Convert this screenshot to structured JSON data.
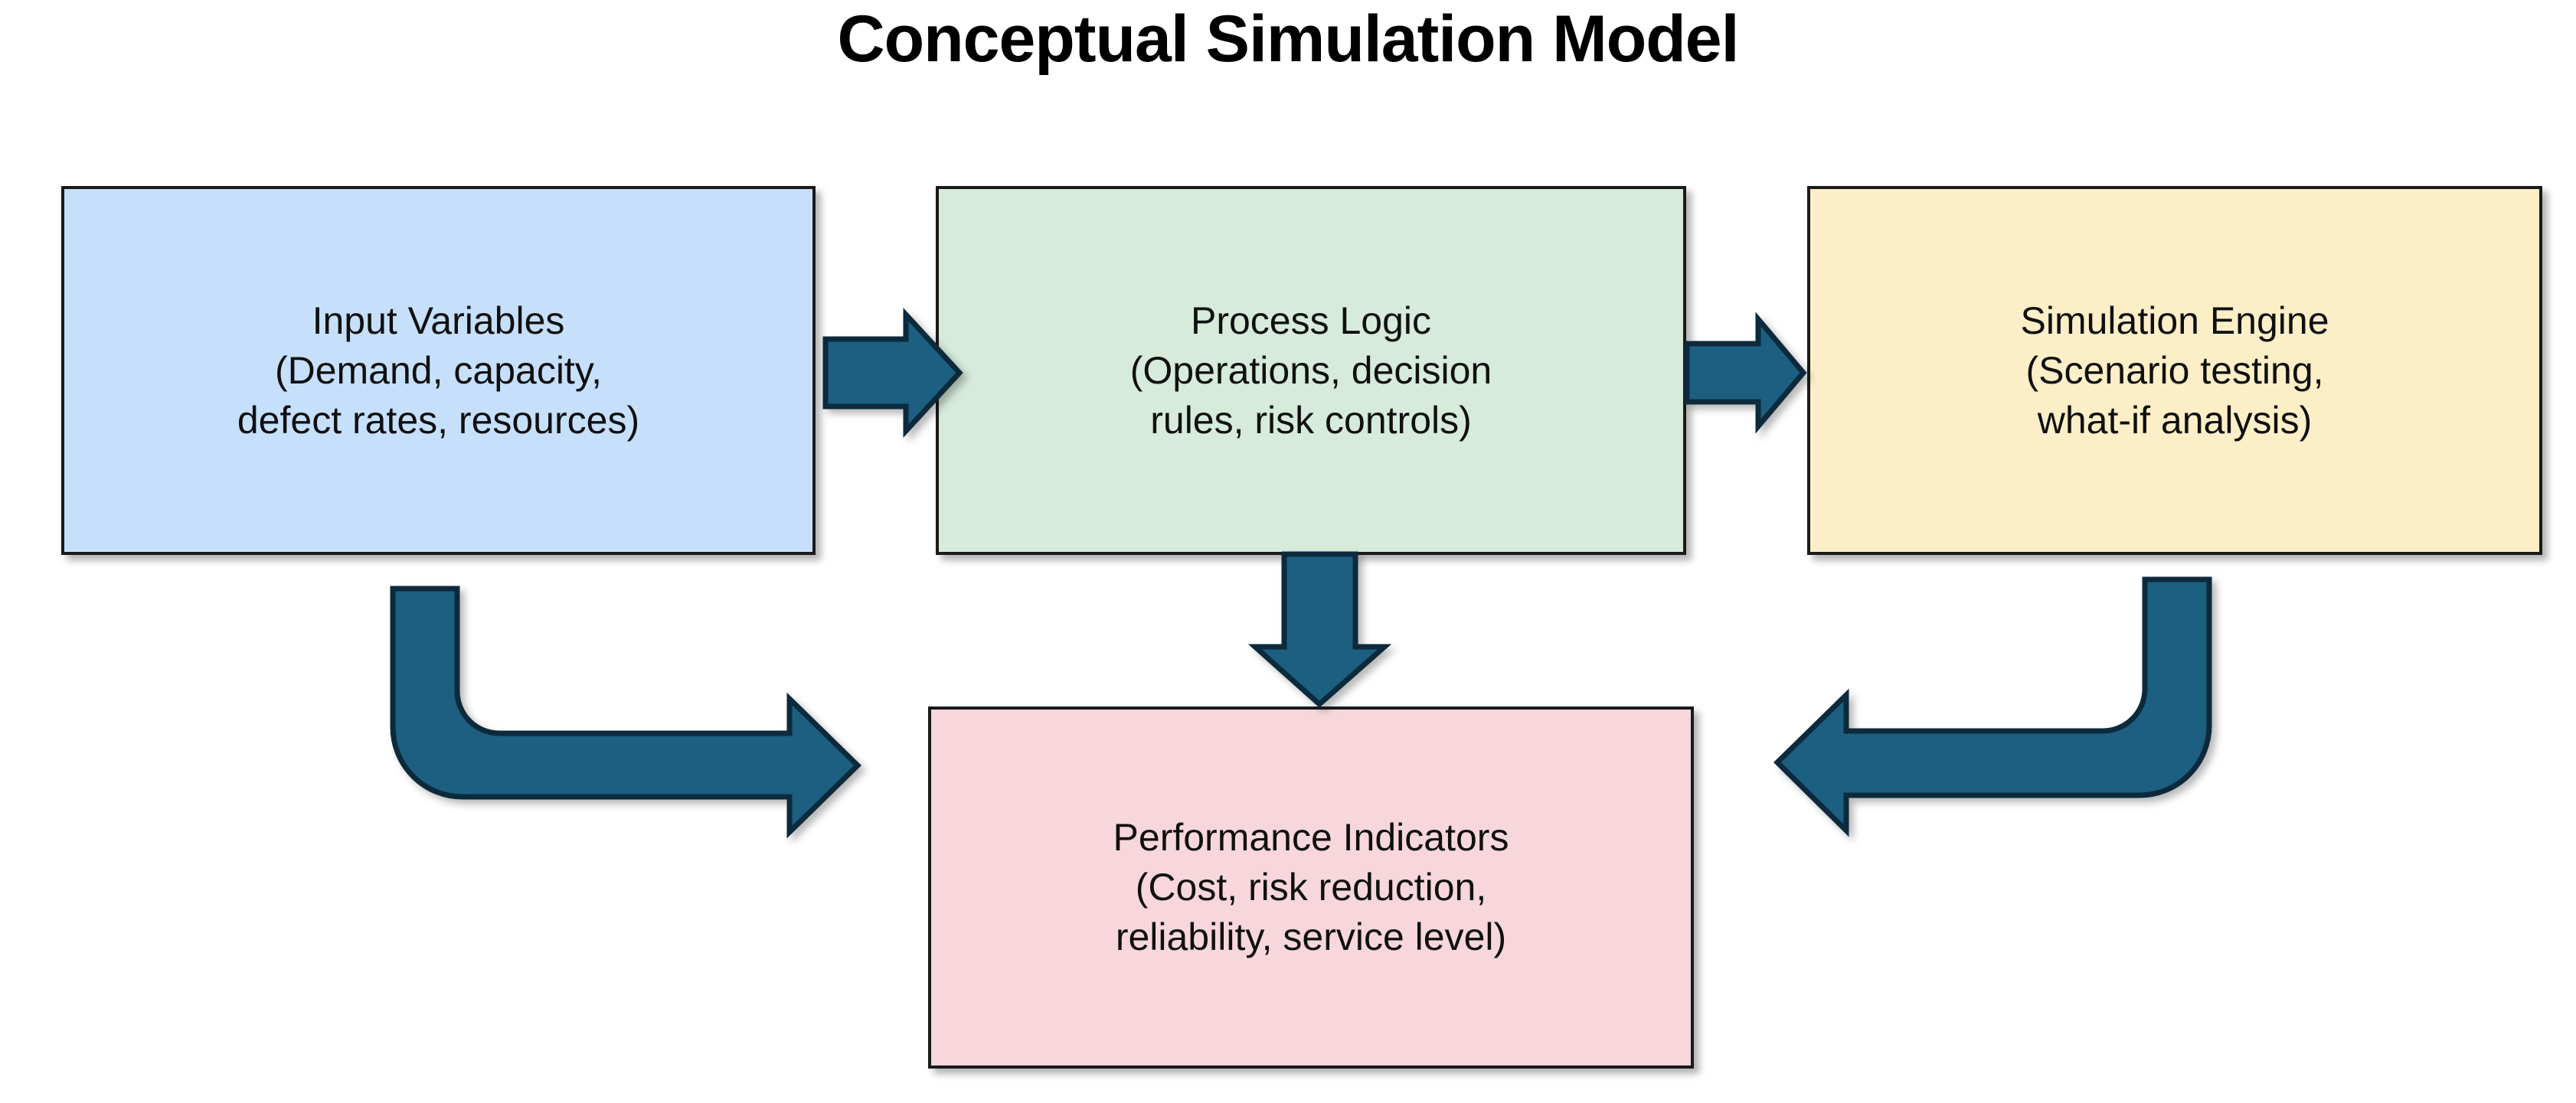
{
  "diagram": {
    "title": "Conceptual Simulation Model",
    "background_color": "#ffffff",
    "type": "flowchart",
    "nodes": [
      {
        "id": "input-variables",
        "heading": "Input Variables",
        "detail": "(Demand, capacity,\ndefect rates, resources)",
        "text": "Input Variables\n(Demand, capacity,\ndefect rates, resources)",
        "fill_color": "#c6e0fb",
        "border_color": "#1a1a1a"
      },
      {
        "id": "process-logic",
        "heading": "Process Logic",
        "detail": "(Operations, decision\nrules, risk controls)",
        "text": "Process Logic\n(Operations, decision\nrules, risk controls)",
        "fill_color": "#d6ebdb",
        "border_color": "#1a1a1a"
      },
      {
        "id": "simulation-engine",
        "heading": "Simulation Engine",
        "detail": "(Scenario testing,\nwhat-if analysis)",
        "text": "Simulation Engine\n(Scenario testing,\nwhat-if analysis)",
        "fill_color": "#fcefc7",
        "border_color": "#1a1a1a"
      },
      {
        "id": "performance-indicators",
        "heading": "Performance Indicators",
        "detail": "(Cost, risk reduction,\nreliability, service level)",
        "text": "Performance Indicators\n(Cost, risk reduction,\nreliability, service level)",
        "fill_color": "#f7d7dc",
        "border_color": "#1a1a1a"
      }
    ],
    "connectors": [
      {
        "id": "input-to-process",
        "from": "input-variables",
        "to": "process-logic",
        "style": "straight-right",
        "color": "#1b5e80"
      },
      {
        "id": "process-to-engine",
        "from": "process-logic",
        "to": "simulation-engine",
        "style": "straight-right",
        "color": "#1b5e80"
      },
      {
        "id": "process-to-kpi",
        "from": "process-logic",
        "to": "performance-indicators",
        "style": "straight-down",
        "color": "#1b5e80"
      },
      {
        "id": "input-to-kpi",
        "from": "input-variables",
        "to": "performance-indicators",
        "style": "elbow-down-right",
        "color": "#1b5e80"
      },
      {
        "id": "engine-to-kpi",
        "from": "simulation-engine",
        "to": "performance-indicators",
        "style": "elbow-down-left",
        "color": "#1b5e80"
      }
    ]
  }
}
